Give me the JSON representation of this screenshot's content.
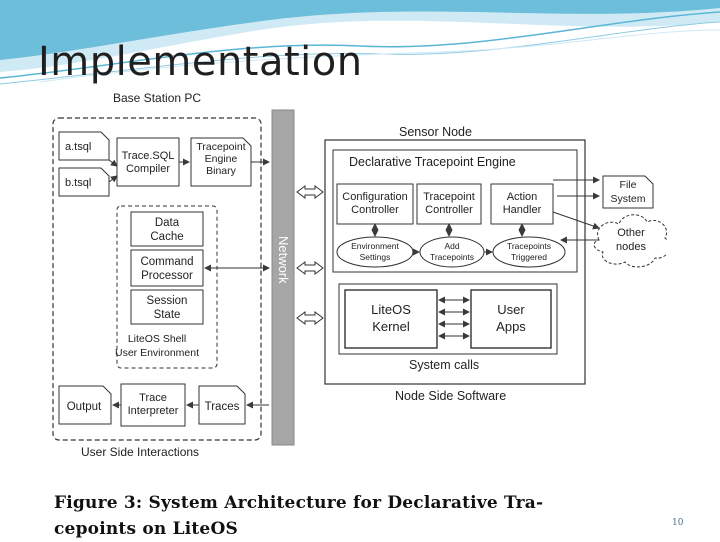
{
  "slide": {
    "title": "Implementation",
    "page_number": "10",
    "caption": "Figure 3: System Architecture for Declarative Tracepoints on LiteOS",
    "caption_lines": [
      "Figure 3:  System Architecture for Declarative Tra-",
      "cepoints on LiteOS"
    ]
  },
  "diagram": {
    "base_station_label": "Base Station PC",
    "user_side_label": "User Side Interactions",
    "file_a": "a.tsql",
    "file_b": "b.tsql",
    "compiler": [
      "Trace.SQL",
      "Compiler"
    ],
    "engine_binary": [
      "Tracepoint",
      "Engine",
      "Binary"
    ],
    "shell_items": [
      [
        "Data",
        "Cache"
      ],
      [
        "Command",
        "Processor"
      ],
      [
        "Session",
        "State"
      ]
    ],
    "shell_label": [
      "LiteOS Shell",
      "User Environment"
    ],
    "output": "Output",
    "trace_interpreter": [
      "Trace",
      "Interpreter"
    ],
    "traces": "Traces",
    "network": "Network",
    "sensor_node_label": "Sensor Node",
    "engine_label": "Declarative Tracepoint Engine",
    "config_controller": [
      "Configuration",
      "Controller"
    ],
    "tracepoint_controller": [
      "Tracepoint",
      "Controller"
    ],
    "action_handler": [
      "Action",
      "Handler"
    ],
    "env_settings": [
      "Environment",
      "Settings"
    ],
    "add_tracepoints": [
      "Add",
      "Tracepoints"
    ],
    "tracepoints_triggered": [
      "Tracepoints",
      "Triggered"
    ],
    "liteos_kernel": [
      "LiteOS",
      "Kernel"
    ],
    "user_apps": [
      "User",
      "Apps"
    ],
    "system_calls": "System calls",
    "node_side_label": "Node Side Software",
    "file_system": [
      "File",
      "System"
    ],
    "other_nodes": [
      "Other",
      "nodes"
    ]
  },
  "colors": {
    "header_wave": "#5bb6d6",
    "header_wave_light": "#a9d9ec",
    "network_bar": "#a6a6a6",
    "box_stroke": "#3a3a3a",
    "page_number": "#4a6f8a"
  }
}
